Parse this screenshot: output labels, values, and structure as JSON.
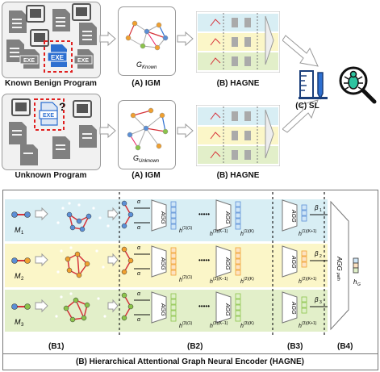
{
  "top": {
    "known_program_label": "Known Benign Program",
    "unknown_program_label": "Unknown Program",
    "igm_caption_1": "(A) IGM",
    "igm_caption_2": "(A) IGM",
    "hagne_caption_1": "(B) HAGNE",
    "hagne_caption_2": "(B) HAGNE",
    "sl_caption": "(C) SL",
    "graph_known_label": "G",
    "graph_known_sub": "Known",
    "graph_unknown_label": "G",
    "graph_unknown_sub": "Unknown",
    "exe_label": "EXE",
    "question_mark": "?"
  },
  "bottom": {
    "title": "(B) Hierarchical Attentional Graph Neural Encoder (HAGNE)",
    "section_labels": [
      "(B1)",
      "(B2)",
      "(B3)",
      "(B4)"
    ],
    "rows": [
      {
        "m_label": "M",
        "m_sub": "1",
        "alpha_top": "α",
        "alpha_bottom": "α",
        "agg_node": "AGG",
        "agg_layer": "AGG",
        "h_mid": "h",
        "beta": "β",
        "h_mid_sup": "(1)(1)",
        "h_k1_sup": "(1)(K−1)",
        "h_k_sup": "(1)(K)",
        "h_k_plus_sup": "(1)(K+1)",
        "beta_sub": "1"
      },
      {
        "m_label": "M",
        "m_sub": "2",
        "alpha_top": "α",
        "alpha_bottom": "α",
        "agg_node": "AGG",
        "agg_layer": "AGG",
        "h_mid": "h",
        "beta": "β",
        "h_mid_sup": "(2)(1)",
        "h_k1_sup": "(2)(K−1)",
        "h_k_sup": "(2)(K)",
        "h_k_plus_sup": "(2)(K+1)",
        "beta_sub": "2"
      },
      {
        "m_label": "M",
        "m_sub": "3",
        "alpha_top": "α",
        "alpha_bottom": "α",
        "agg_node": "AGG",
        "agg_layer": "AGG",
        "h_mid": "h",
        "beta": "β",
        "h_mid_sup": "(3)(1)",
        "h_k1_sup": "(3)(K−1)",
        "h_k_sup": "(3)(K)",
        "h_k_plus_sup": "(3)(K+1)",
        "beta_sub": "3"
      }
    ],
    "agg_path_label": "AGG",
    "agg_path_sub": "path",
    "agg_node_sub": "node",
    "agg_layer_sub": "layer",
    "hg_label": "h",
    "hg_sub": "G"
  },
  "colors": {
    "row1_bg": "#d8eef4",
    "row2_bg": "#fbf6c8",
    "row3_bg": "#e2efc9",
    "exe_gray": "#7f7f7f",
    "exe_blue": "#2d6fd0",
    "dash_red": "#e02020",
    "graph_red": "#d6333a",
    "node_blue": "#5b8fd6",
    "node_orange": "#f0a030",
    "node_green": "#8bc34a"
  }
}
